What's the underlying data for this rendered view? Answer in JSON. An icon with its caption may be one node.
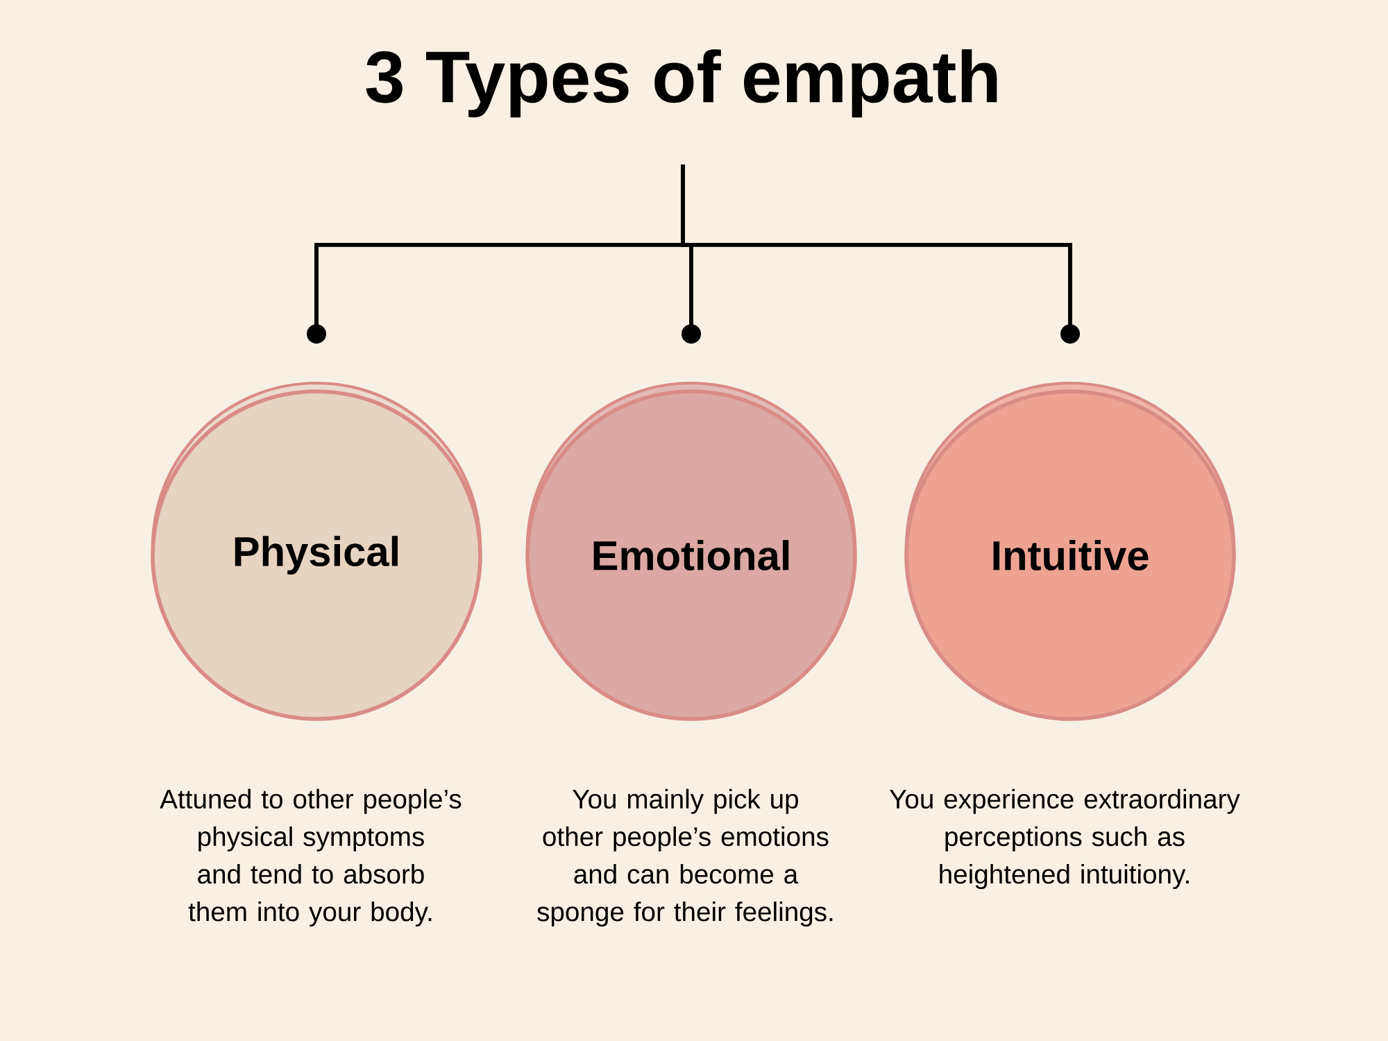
{
  "diagram": {
    "nodes": [
      {
        "text": [
          "3 Types of empath"
        ]
      },
      {
        "text": [
          "Physical"
        ],
        "beside": [
          "Attuned to other people’s physical symptoms and tend to absorb them into your body."
        ]
      },
      {
        "text": [
          "Emotional"
        ],
        "beside": [
          "You mainly pick up other people’s emotions and can become a sponge for their feelings."
        ]
      },
      {
        "text": [
          "Intuitive"
        ],
        "beside": [
          "You experience extraordinary perceptions such as heightened intuitiony."
        ]
      }
    ],
    "edges": [
      {
        "from": 0,
        "to": 1,
        "arrow": "other"
      },
      {
        "from": 0,
        "to": 2,
        "arrow": "other"
      },
      {
        "from": 0,
        "to": 3,
        "arrow": "other"
      }
    ]
  }
}
